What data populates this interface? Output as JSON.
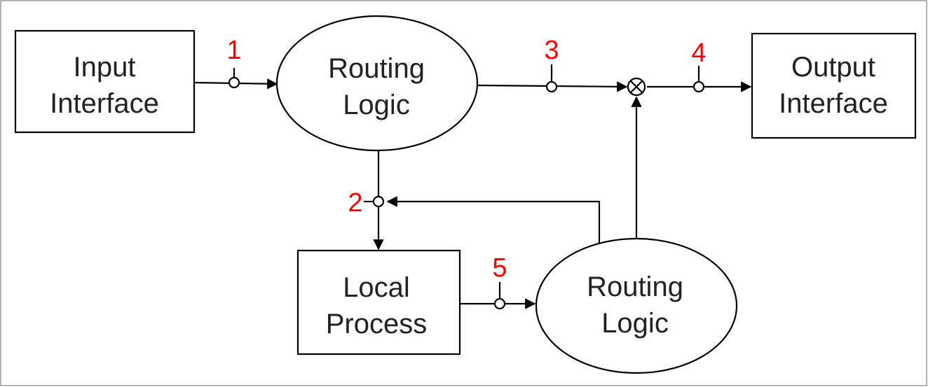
{
  "diagram": {
    "nodes": {
      "input_interface": {
        "lines": [
          "Input",
          "Interface"
        ]
      },
      "routing_logic_top": {
        "lines": [
          "Routing",
          "Logic"
        ]
      },
      "output_interface": {
        "lines": [
          "Output",
          "Interface"
        ]
      },
      "local_process": {
        "lines": [
          "Local",
          "Process"
        ]
      },
      "routing_logic_bottom": {
        "lines": [
          "Routing",
          "Logic"
        ]
      }
    },
    "points": [
      "1",
      "2",
      "3",
      "4",
      "5"
    ],
    "colors": {
      "point_label": "#ff0000",
      "stroke": "#000000",
      "text": "#222222"
    }
  }
}
